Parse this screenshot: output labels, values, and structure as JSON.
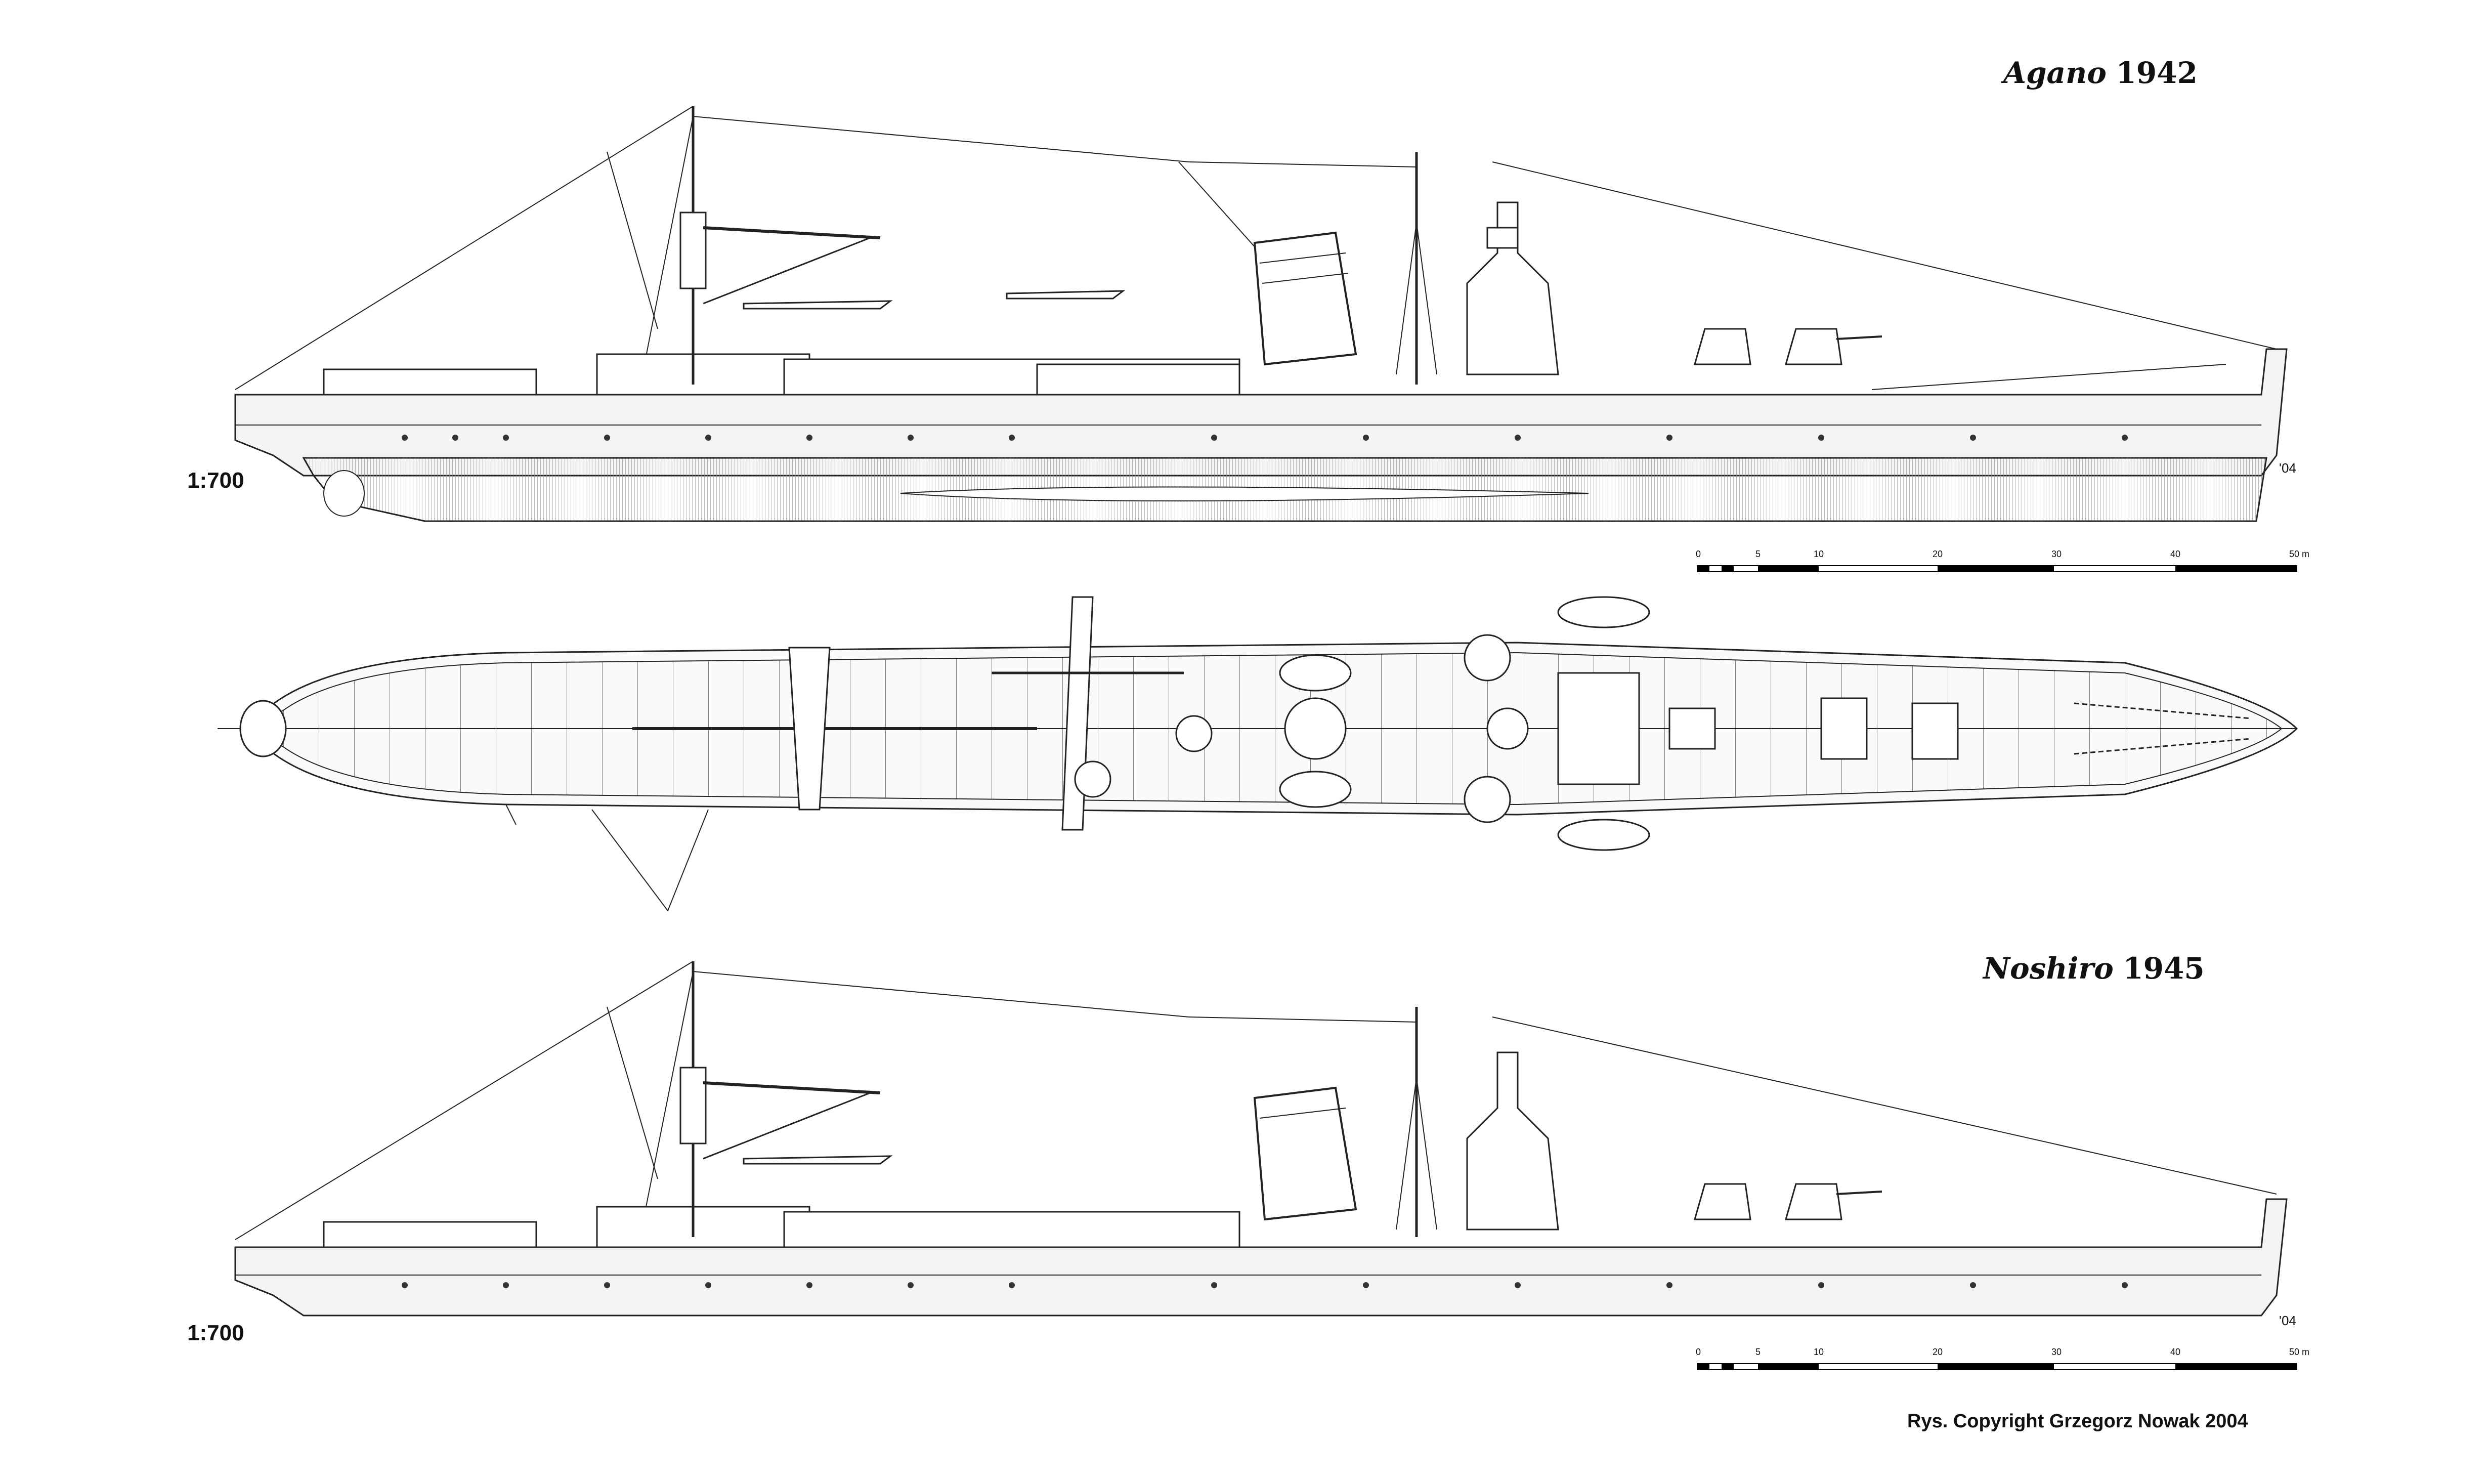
{
  "views": {
    "top": {
      "ship_name": "Agano",
      "year": "1942",
      "scale_label": "1:700",
      "mark": "'04"
    },
    "bottom": {
      "ship_name": "Noshiro",
      "year": "1945",
      "scale_label": "1:700",
      "mark": "'04"
    }
  },
  "scale_bar": {
    "ticks": [
      "0",
      "5",
      "10",
      "20",
      "30",
      "40",
      "50 m"
    ]
  },
  "copyright": "Rys. Copyright Grzegorz Nowak 2004",
  "colors": {
    "line": "#222222",
    "hull_fill": "#f4f4f4",
    "water_hatch": "#9a9a9a",
    "scale_black": "#000000"
  }
}
